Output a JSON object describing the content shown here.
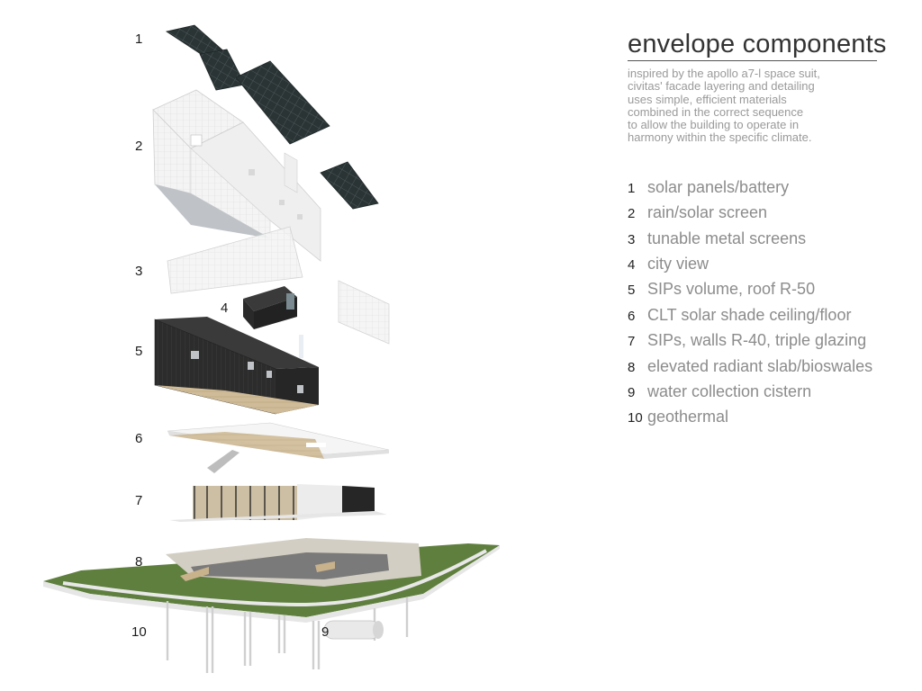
{
  "heading": {
    "title": "envelope components",
    "description": [
      "inspired by the apollo a7-l space suit,",
      "civitas' facade layering and detailing",
      "uses simple, efficient materials",
      "combined in the correct sequence",
      "to allow the building to operate in",
      "harmony within the specific climate."
    ]
  },
  "legend": [
    {
      "num": "1",
      "label": "solar panels/battery"
    },
    {
      "num": "2",
      "label": "rain/solar screen"
    },
    {
      "num": "3",
      "label": "tunable metal screens"
    },
    {
      "num": "4",
      "label": "city view"
    },
    {
      "num": "5",
      "label": "SIPs volume, roof R-50"
    },
    {
      "num": "6",
      "label": "CLT solar shade ceiling/floor"
    },
    {
      "num": "7",
      "label": "SIPs, walls R-40, triple glazing"
    },
    {
      "num": "8",
      "label": "elevated radiant slab/bioswales"
    },
    {
      "num": "9",
      "label": "water collection cistern"
    },
    {
      "num": "10",
      "label": "geothermal"
    }
  ],
  "diagram_labels": [
    "1",
    "2",
    "3",
    "4",
    "5",
    "6",
    "7",
    "8",
    "9",
    "10"
  ],
  "colors": {
    "solar": "#2a3435",
    "screen": "#f3f3f3",
    "dark_volume": "#2b2b2b",
    "wood": "#cdb894",
    "grass": "#5f7f3e",
    "text_gray": "#8c8c8c"
  }
}
